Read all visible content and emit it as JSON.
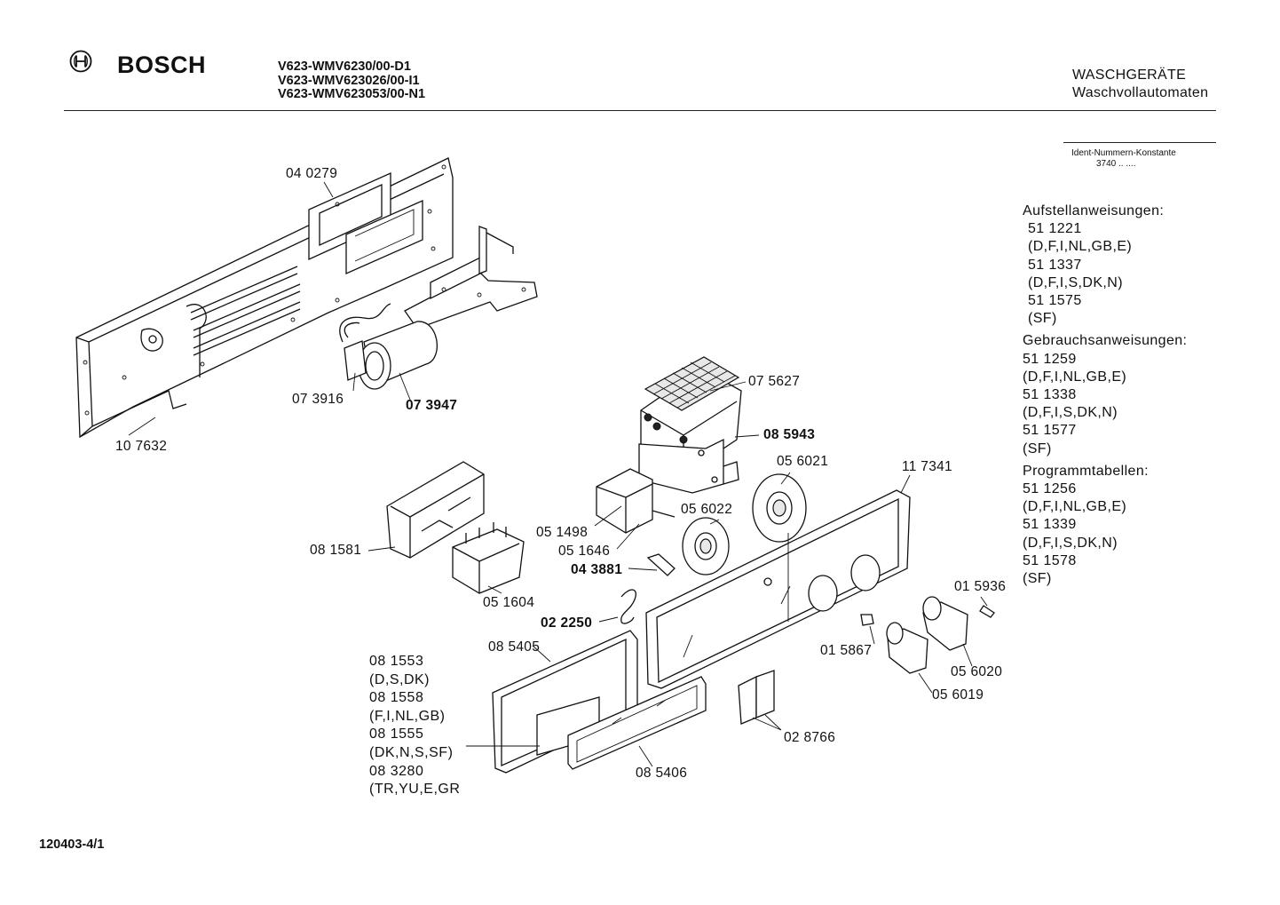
{
  "header": {
    "brand": "BOSCH",
    "models": [
      "V623-WMV6230/00-D1",
      "V623-WMV623026/00-I1",
      "V623-WMV623053/00-N1"
    ],
    "category": "WASCHGERÄTE",
    "subcategory": "Waschvollautomaten"
  },
  "ident": {
    "label": "Ident-Nummern-Konstante",
    "value": "3740 .. ...."
  },
  "documents": [
    {
      "heading": "Aufstellanweisungen:",
      "entries": [
        "51 1221",
        "(D,F,I,NL,GB,E)",
        "51 1337",
        "(D,F,I,S,DK,N)",
        "51 1575",
        "(SF)"
      ]
    },
    {
      "heading": "Gebrauchsanweisungen:",
      "entries": [
        "51 1259",
        "(D,F,I,NL,GB,E)",
        "51 1338",
        "(D,F,I,S,DK,N)",
        "51 1577",
        "(SF)"
      ]
    },
    {
      "heading": "Programmtabellen:",
      "entries": [
        "51 1256",
        "(D,F,I,NL,GB,E)",
        "51 1339",
        "(D,F,I,S,DK,N)",
        "51 1578",
        "(SF)"
      ]
    }
  ],
  "parts": {
    "p040279": "04 0279",
    "p107632": "10 7632",
    "p073916": "07 3916",
    "p073947": "07 3947",
    "p075627": "07 5627",
    "p085943": "08 5943",
    "p056021": "05 6021",
    "p117341": "11 7341",
    "p056022": "05 6022",
    "p051498": "05 1498",
    "p051646": "05 1646",
    "p081581": "08 1581",
    "p043881": "04 3881",
    "p051604": "05 1604",
    "p022250": "02 2250",
    "p085405": "08 5405",
    "p015936": "01 5936",
    "p015867": "01 5867",
    "p056020": "05 6020",
    "p056019": "05 6019",
    "p028766": "02 8766",
    "p085406": "08 5406"
  },
  "variants": [
    "08 1553",
    "(D,S,DK)",
    "08 1558",
    "(F,I,NL,GB)",
    "08 1555",
    "(DK,N,S,SF)",
    "08 3280",
    "(TR,YU,E,GR"
  ],
  "footer": {
    "code": "120403-4/1"
  }
}
